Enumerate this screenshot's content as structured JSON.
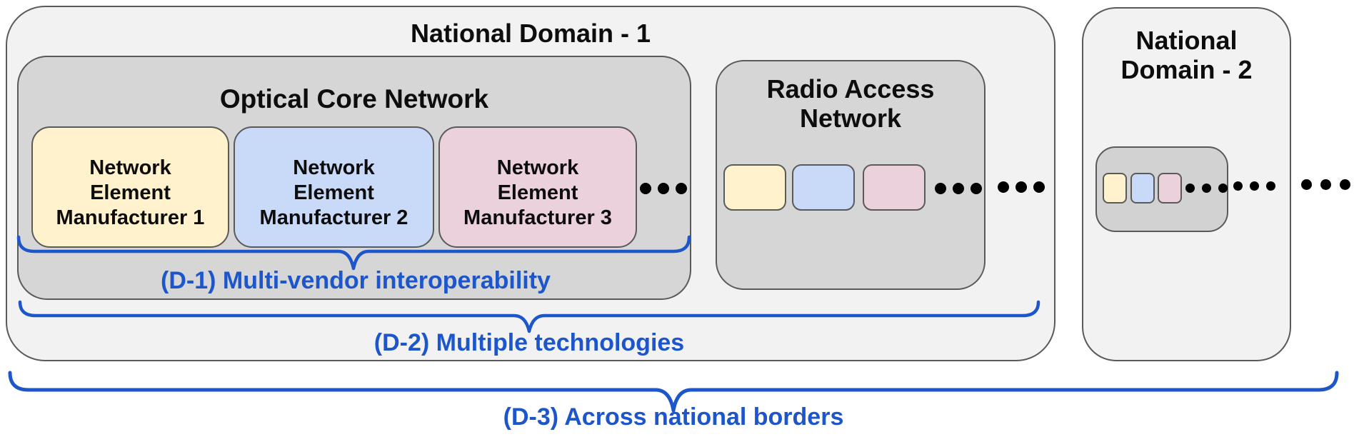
{
  "colors": {
    "background": "#ffffff",
    "domain_fill": "#f2f2f2",
    "network_fill": "#d6d6d6",
    "subnetwork_fill": "#d2d2d2",
    "vendor_yellow": "#fff2cc",
    "vendor_blue": "#c9daf8",
    "vendor_pink": "#ead1dc",
    "box_border": "#5a5a5a",
    "accent_blue": "#1d56cb",
    "dot_black": "#000000",
    "text_black": "#0d0d0d"
  },
  "domain1": {
    "title": "National Domain - 1",
    "optical_core_network": {
      "title": "Optical Core Network",
      "manufacturers": [
        {
          "line1": "Network",
          "line2": "Element",
          "line3": "Manufacturer 1"
        },
        {
          "line1": "Network",
          "line2": "Element",
          "line3": "Manufacturer 2"
        },
        {
          "line1": "Network",
          "line2": "Element",
          "line3": "Manufacturer 3"
        }
      ],
      "annotation": "(D-1) Multi-vendor interoperability"
    },
    "radio_access_network": {
      "title_line1": "Radio Access",
      "title_line2": "Network"
    },
    "annotation": "(D-2) Multiple technologies"
  },
  "domain2": {
    "title_line1": "National",
    "title_line2": "Domain - 2"
  },
  "annotation_d3": "(D-3) Across national borders"
}
